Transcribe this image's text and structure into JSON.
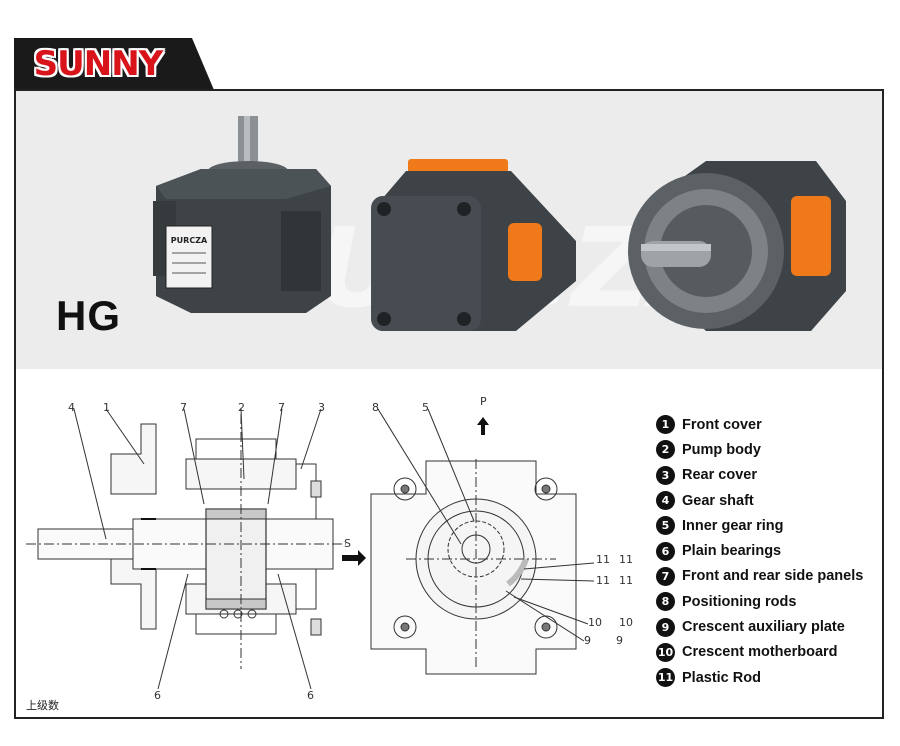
{
  "brand": {
    "name": "SUNNY",
    "color": "#d8141a"
  },
  "product": {
    "model": "HG",
    "nameplate": "PURCZA"
  },
  "diagram": {
    "section_callouts": [
      "4",
      "1",
      "7",
      "2",
      "7",
      "3",
      "6",
      "6"
    ],
    "front_callouts": [
      "8",
      "5",
      "P",
      "S",
      "11",
      "11",
      "11",
      "11",
      "10",
      "10",
      "9",
      "9"
    ]
  },
  "legend": [
    {
      "num": "1",
      "label": "Front cover"
    },
    {
      "num": "2",
      "label": "Pump body"
    },
    {
      "num": "3",
      "label": "Rear cover"
    },
    {
      "num": "4",
      "label": "Gear shaft"
    },
    {
      "num": "5",
      "label": "Inner gear ring"
    },
    {
      "num": "6",
      "label": "Plain bearings"
    },
    {
      "num": "7",
      "label": "Front and rear side panels"
    },
    {
      "num": "8",
      "label": "Positioning rods"
    },
    {
      "num": "9",
      "label": "Crescent auxiliary plate"
    },
    {
      "num": "10",
      "label": "Crescent motherboard"
    },
    {
      "num": "11",
      "label": "Plastic Rod"
    }
  ],
  "footnote": "上级数",
  "colors": {
    "pump_body": "#3d4347",
    "port_cap": "#f07a1a",
    "photo_bg": "#ececec"
  }
}
